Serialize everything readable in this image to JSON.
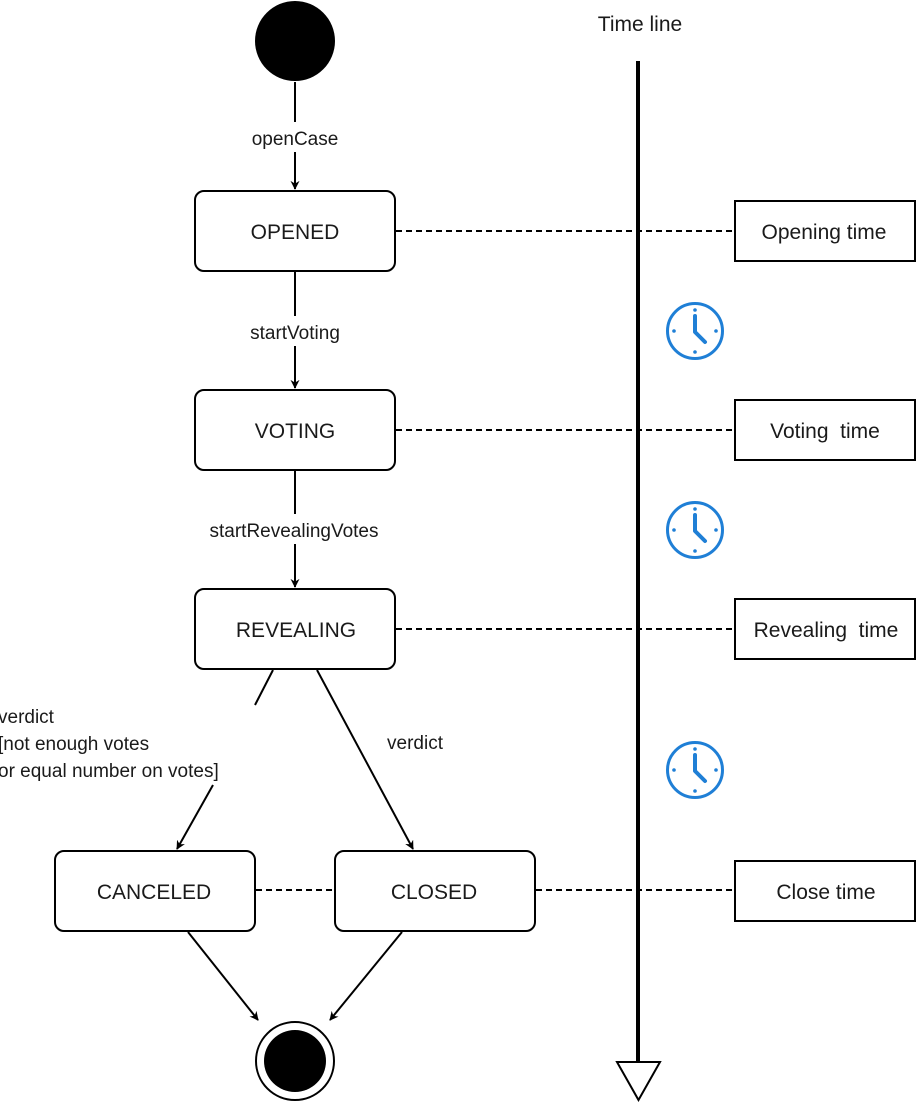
{
  "diagram": {
    "timeline_title": "Time line",
    "states": {
      "opened": "OPENED",
      "voting": "VOTING",
      "revealing": "REVEALING",
      "canceled": "CANCELED",
      "closed": "CLOSED"
    },
    "transitions": {
      "open_case": "openCase",
      "start_voting": "startVoting",
      "start_revealing_votes": "startRevealingVotes",
      "verdict_canceled_line1": "verdict",
      "verdict_canceled_line2": "[not enough votes",
      "verdict_canceled_line3": "or equal number on votes]",
      "verdict_closed": "verdict"
    },
    "times": {
      "opening": "Opening time",
      "voting": "Voting  time",
      "revealing": "Revealing  time",
      "close": "Close time"
    },
    "icons": [
      "clock-icon",
      "clock-icon",
      "clock-icon"
    ],
    "colors": {
      "stroke": "#000000",
      "clock": "#1f7fd6"
    }
  }
}
